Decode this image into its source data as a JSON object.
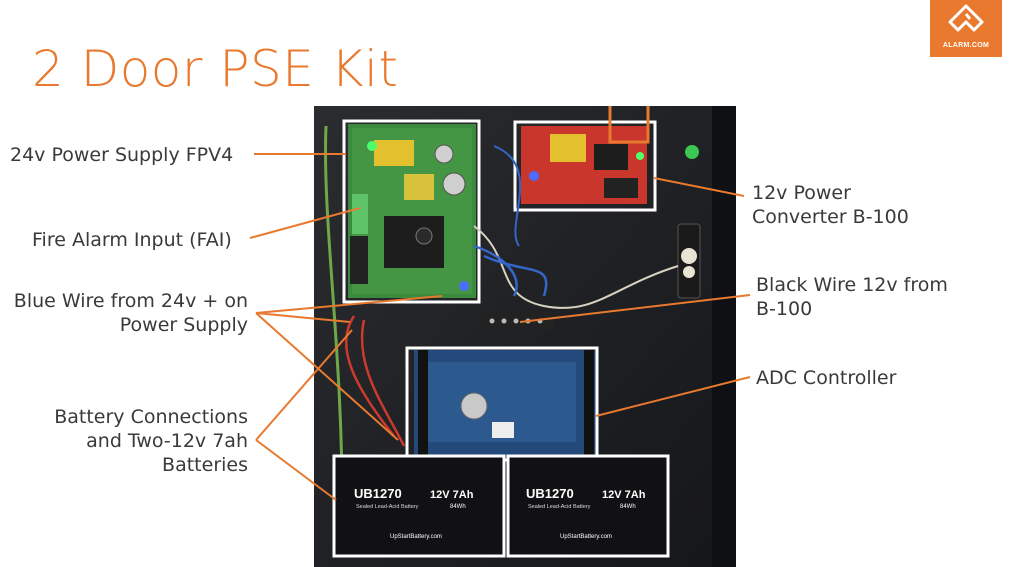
{
  "slide": {
    "title": "2 Door PSE Kit",
    "logo_text": "ALARM.COM"
  },
  "callouts": {
    "power_supply": "24v Power Supply FPV4",
    "fire_alarm": "Fire Alarm Input (FAI)",
    "blue_wire_line1": "Blue Wire from 24v + on",
    "blue_wire_line2": "Power Supply",
    "battery_line1": "Battery Connections",
    "battery_line2": "and Two-12v 7ah",
    "battery_line3": "Batteries",
    "converter_line1": "12v Power",
    "converter_line2": "Converter B-100",
    "black_wire_line1": "Black Wire 12v from",
    "black_wire_line2": "B-100",
    "controller": "ADC Controller"
  },
  "batteries": [
    {
      "model": "UB1270",
      "rating": "12V 7Ah",
      "wh": "84Wh",
      "type": "Sealed Lead-Acid Battery",
      "site": "UpStartBattery.com"
    },
    {
      "model": "UB1270",
      "rating": "12V 7Ah",
      "wh": "84Wh",
      "type": "Sealed Lead-Acid Battery",
      "site": "UpStartBattery.com"
    }
  ],
  "colors": {
    "accent": "#e8792e",
    "text": "#3a3a3a",
    "cabinet": "#1e1f22",
    "highlight_box": "#ffffff"
  }
}
